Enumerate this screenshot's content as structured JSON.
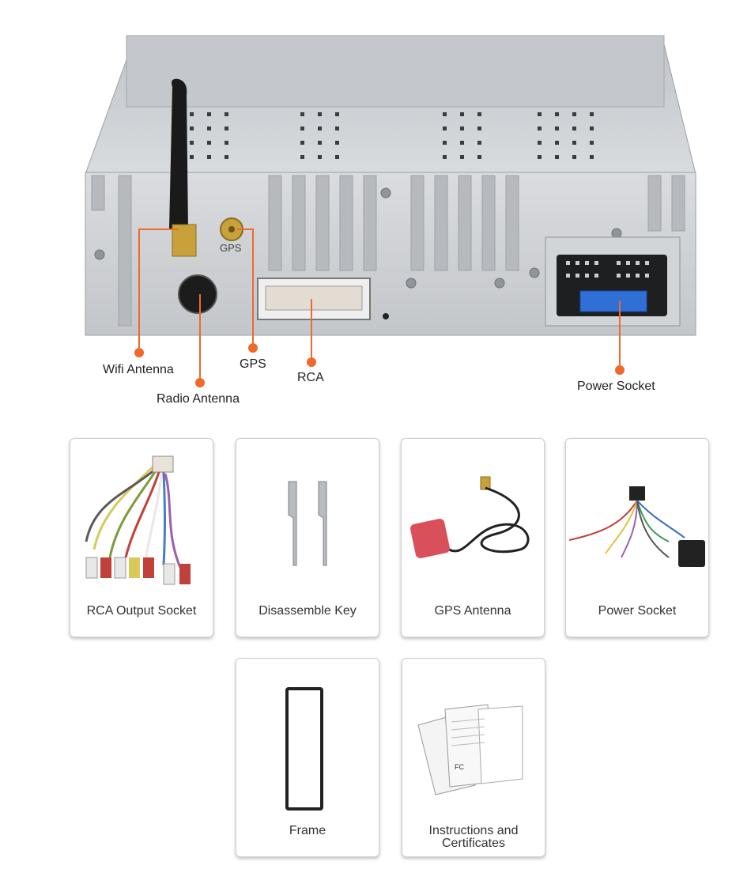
{
  "colors": {
    "accent": "#ef6a2a",
    "chassis": "#c9ccd0",
    "antenna": "#1a1a1a",
    "gold": "#c9a13b",
    "gps_pad": "#d9505a",
    "fuse_blue": "#2f6fd6"
  },
  "device": {
    "panel_text": "GPS",
    "callouts": {
      "wifi_antenna": "Wifi Antenna",
      "radio_antenna": "Radio Antenna",
      "gps": "GPS",
      "rca": "RCA",
      "power_socket": "Power Socket"
    }
  },
  "accessories": [
    {
      "label": "RCA Output Socket",
      "icon": "rca-cable-icon"
    },
    {
      "label": "Disassemble Key",
      "icon": "disassemble-key-icon"
    },
    {
      "label": "GPS Antenna",
      "icon": "gps-antenna-icon"
    },
    {
      "label": "Power Socket",
      "icon": "power-harness-icon"
    },
    {
      "label": "Frame",
      "icon": "frame-icon"
    },
    {
      "label_line1": "Instructions and",
      "label_line2": "Certificates",
      "icon": "documents-icon"
    }
  ]
}
